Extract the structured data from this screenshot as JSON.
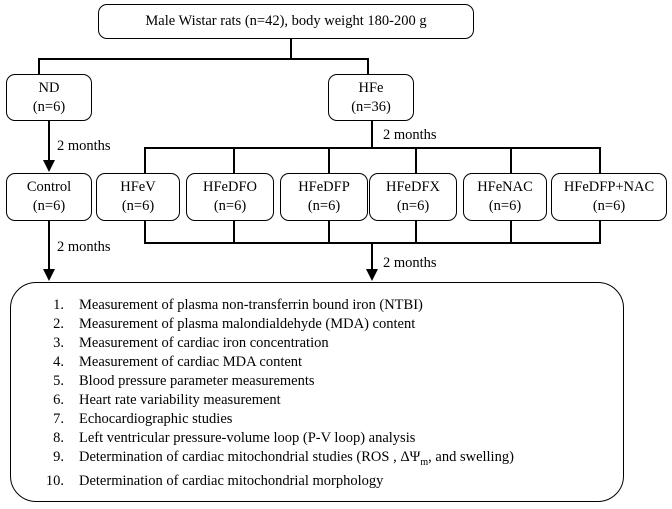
{
  "top_box": {
    "text": "Male Wistar rats (n=42), body weight 180-200 g"
  },
  "nd_box": {
    "name": "ND",
    "n": "(n=6)"
  },
  "hfe_box": {
    "name": "HFe",
    "n": "(n=36)"
  },
  "duration_labels": {
    "nd_to_control": "2 months",
    "hfe_to_groups": "2 months",
    "control_to_outcomes": "2 months",
    "groups_to_outcomes": "2 months"
  },
  "groups": [
    {
      "name": "Control",
      "n": "(n=6)"
    },
    {
      "name": "HFeV",
      "n": "(n=6)"
    },
    {
      "name": "HFeDFO",
      "n": "(n=6)"
    },
    {
      "name": "HFeDFP",
      "n": "(n=6)"
    },
    {
      "name": "HFeDFX",
      "n": "(n=6)"
    },
    {
      "name": "HFeNAC",
      "n": "(n=6)"
    },
    {
      "name": "HFeDFP+NAC",
      "n": "(n=6)"
    }
  ],
  "outcomes": [
    {
      "num": "1.",
      "text": "Measurement of plasma non-transferrin bound iron (NTBI)"
    },
    {
      "num": "2.",
      "text": "Measurement of plasma malondialdehyde (MDA) content"
    },
    {
      "num": "3.",
      "text": "Measurement of cardiac iron concentration"
    },
    {
      "num": "4.",
      "text": "Measurement of cardiac MDA content"
    },
    {
      "num": "5.",
      "text": "Blood pressure parameter measurements"
    },
    {
      "num": "6.",
      "text": "Heart rate variability measurement"
    },
    {
      "num": "7.",
      "text": "Echocardiographic studies"
    },
    {
      "num": "8.",
      "text": "Left ventricular pressure-volume loop (P-V loop) analysis"
    },
    {
      "num": "9.",
      "text_before": "Determination of cardiac mitochondrial studies (ROS , ΔΨ",
      "text_sub": "m",
      "text_after": ", and swelling)"
    },
    {
      "num": "10.",
      "text": "Determination of cardiac mitochondrial morphology"
    }
  ]
}
